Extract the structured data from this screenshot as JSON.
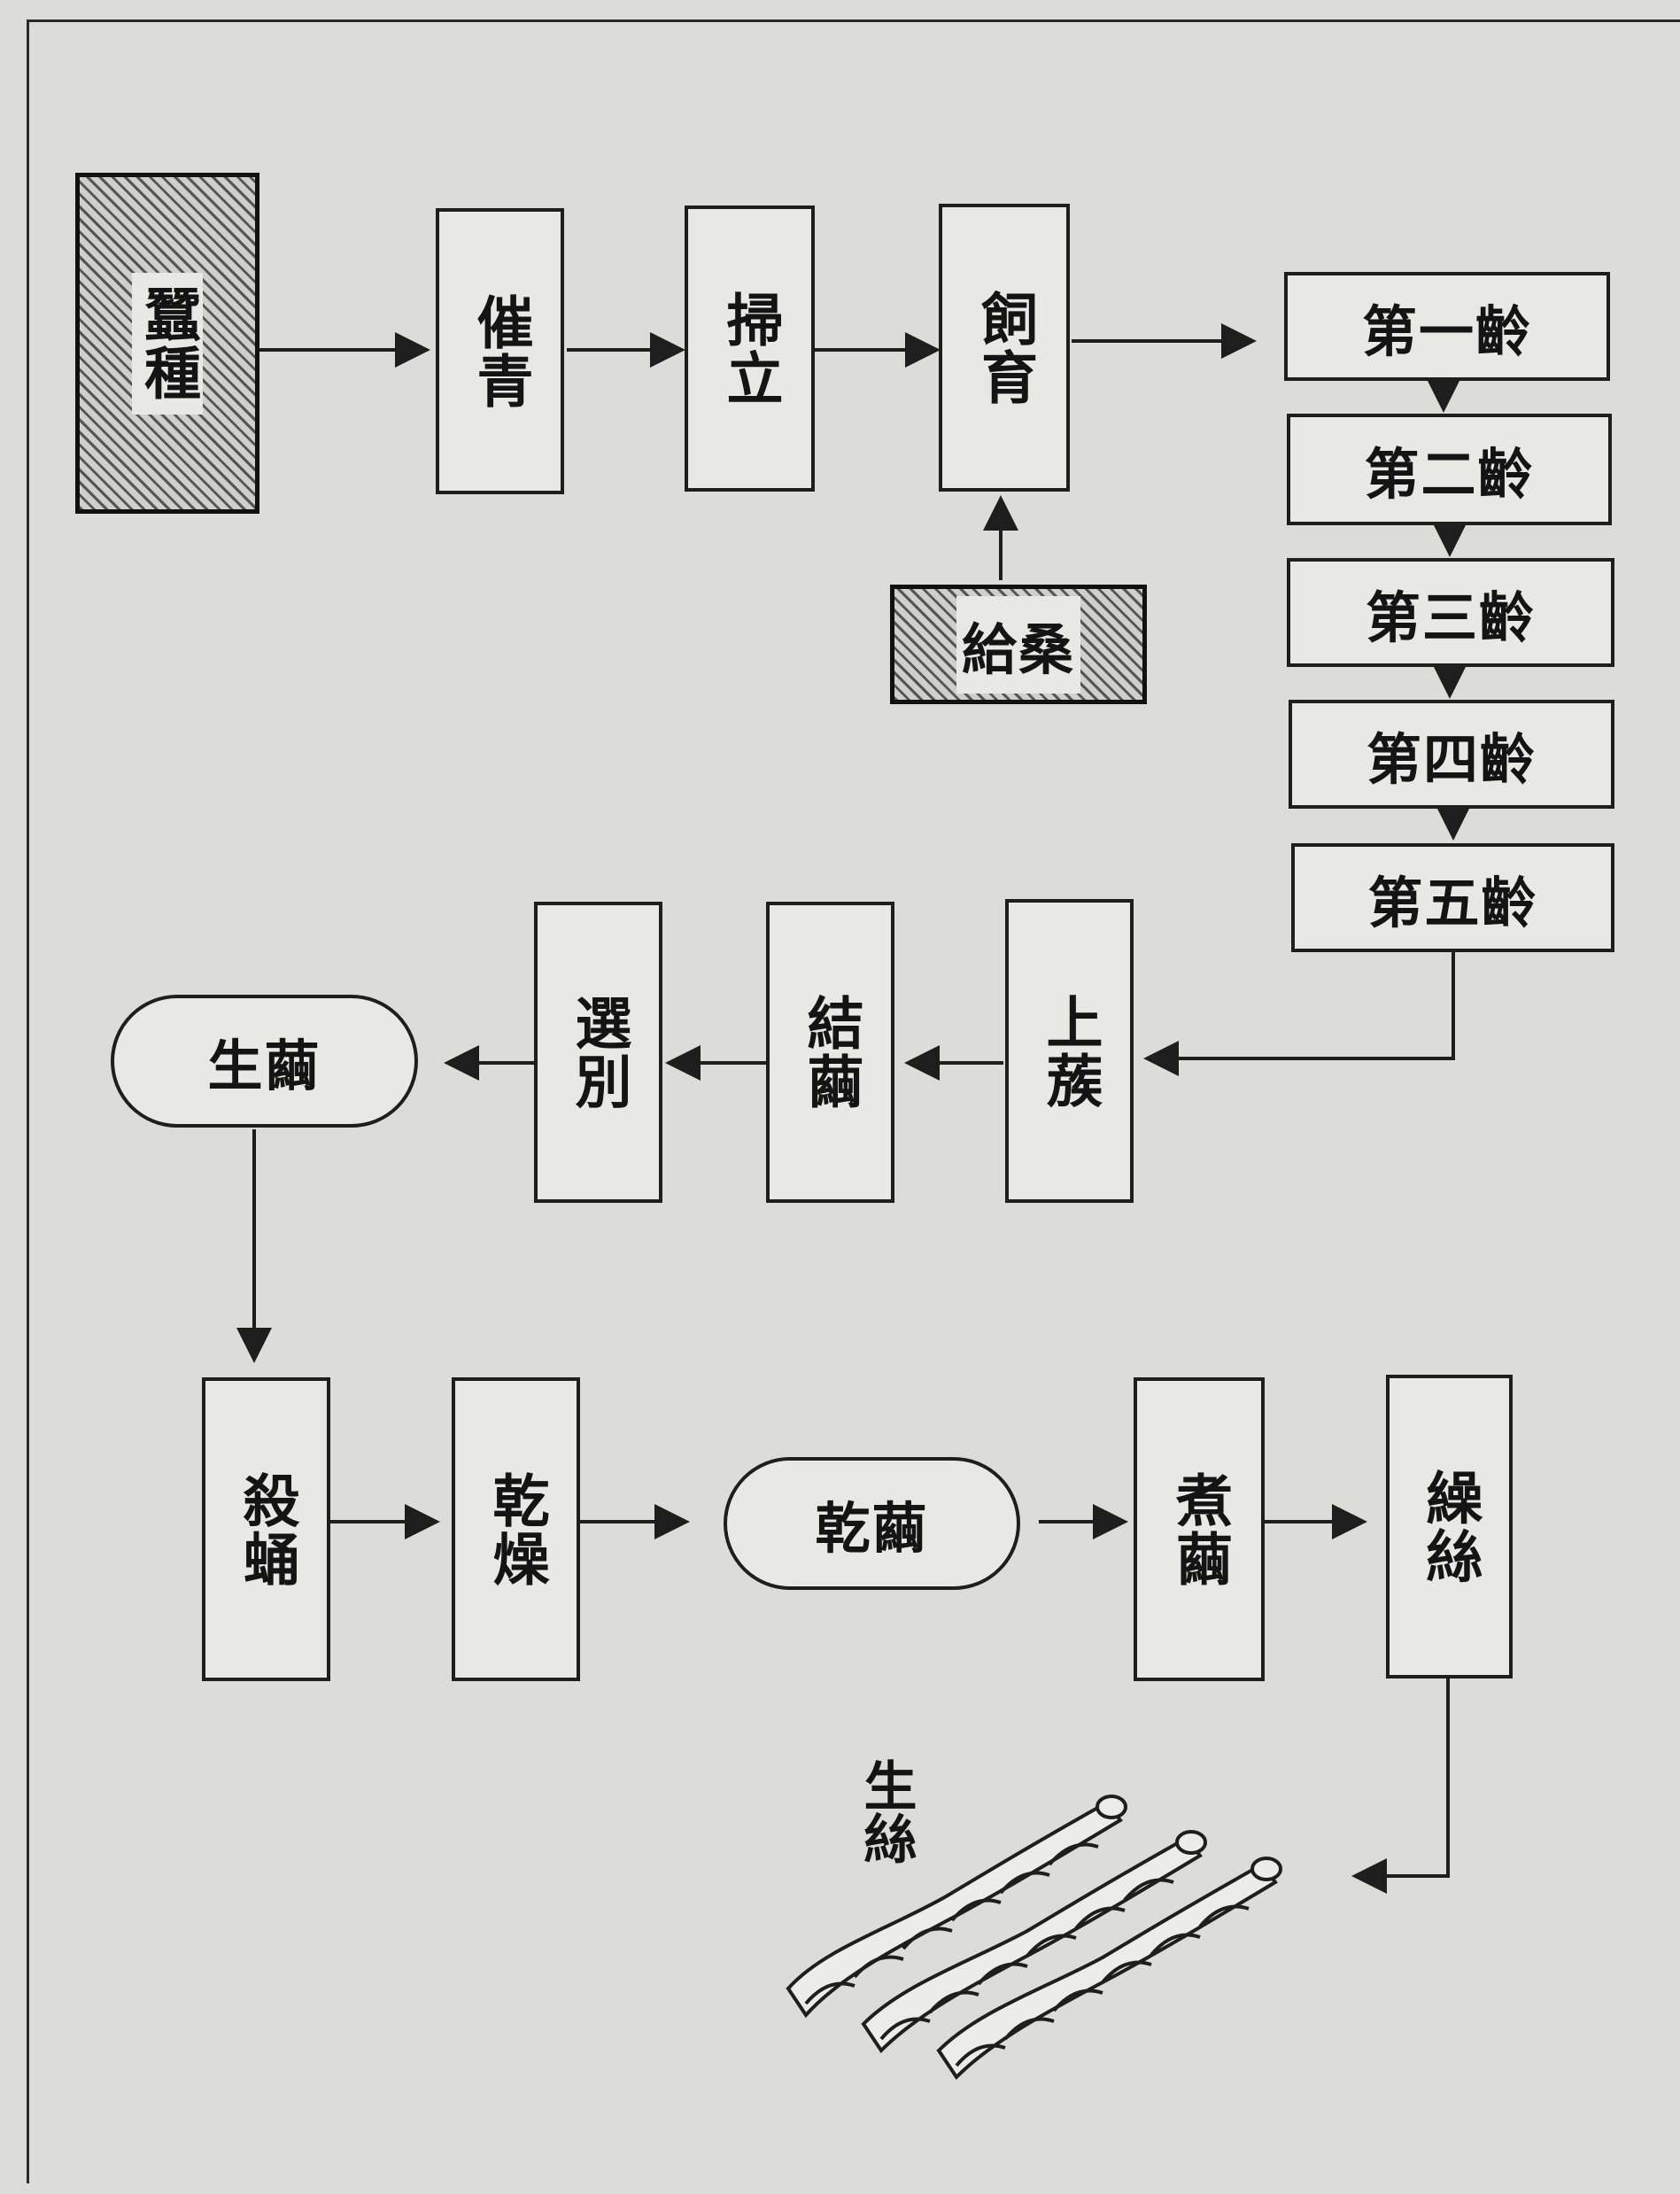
{
  "nodes": {
    "silkworm_eggs": "蠶種",
    "incubation": "催青",
    "brushing": "掃立",
    "rearing": "飼育",
    "mulberry_feeding": "給桑",
    "instar_1": "第一齡",
    "instar_2": "第二齡",
    "instar_3": "第三齡",
    "instar_4": "第四齡",
    "instar_5": "第五齡",
    "mounting": "上蔟",
    "cocoon_spinning": "結繭",
    "sorting": "選別",
    "fresh_cocoon": "生繭",
    "pupa_killing": "殺蛹",
    "drying": "乾燥",
    "dried_cocoon": "乾繭",
    "cocoon_cooking": "煮繭",
    "reeling": "繰絲",
    "raw_silk": "生絲"
  },
  "colors": {
    "background": "#dcdcd8",
    "box_fill": "#e8e8e4",
    "line": "#1e1e1e"
  }
}
